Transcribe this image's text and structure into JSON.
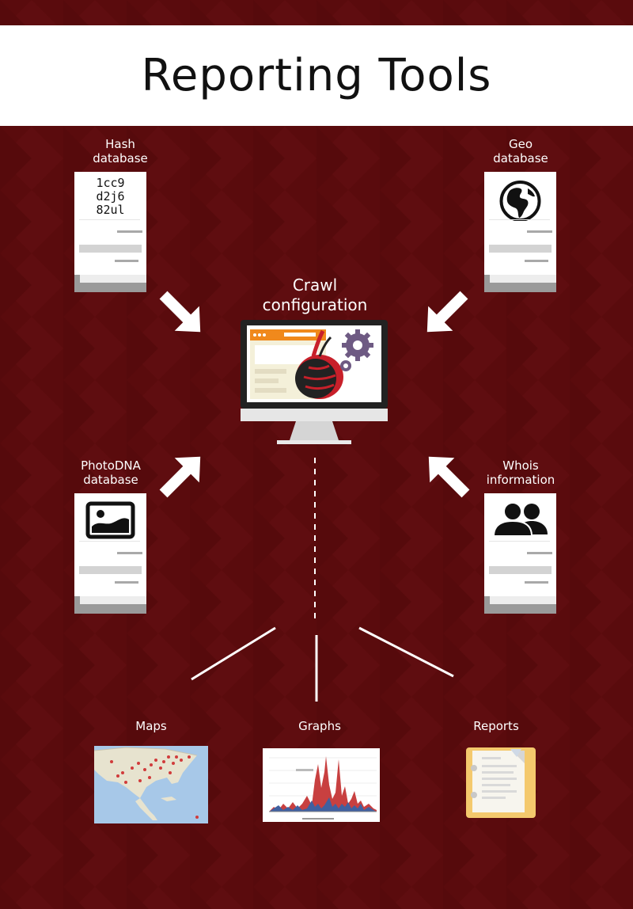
{
  "header": {
    "title": "Reporting Tools"
  },
  "inputs": {
    "hash": {
      "label_line1": "Hash",
      "label_line2": "database",
      "hash_lines": [
        "1cc9",
        "d2j6",
        "82ul"
      ]
    },
    "geo": {
      "label_line1": "Geo",
      "label_line2": "database",
      "icon": "globe-icon"
    },
    "photodna": {
      "label_line1": "PhotoDNA",
      "label_line2": "database",
      "icon": "image-icon"
    },
    "whois": {
      "label_line1": "Whois",
      "label_line2": "information",
      "icon": "users-icon"
    }
  },
  "center": {
    "title_line1": "Crawl",
    "title_line2": "configuration",
    "icon": "monitor-icon"
  },
  "outputs": {
    "maps": {
      "label": "Maps",
      "icon": "map-thumbnail"
    },
    "graphs": {
      "label": "Graphs",
      "icon": "graph-thumbnail"
    },
    "reports": {
      "label": "Reports",
      "icon": "report-icon"
    }
  },
  "colors": {
    "background": "#5a0b0d",
    "header_bg": "#ffffff",
    "arrow": "#ffffff",
    "accent_orange": "#f0891c",
    "accent_red": "#c8202a",
    "gear": "#6e5a83"
  }
}
